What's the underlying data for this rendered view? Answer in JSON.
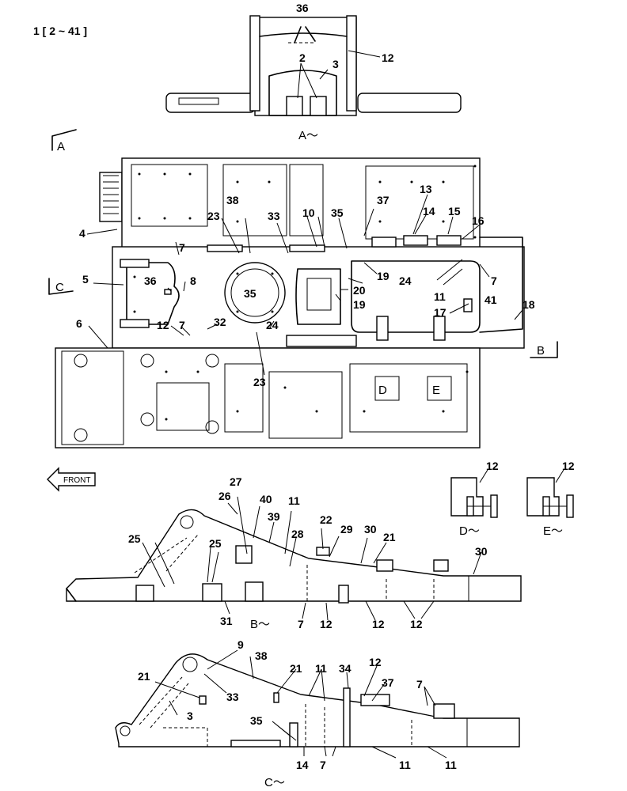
{
  "header": "1 [ 2 ~ 41 ]",
  "views": {
    "a_caption": "A～",
    "b_caption": "B～",
    "c_caption": "C～",
    "d_caption": "D～",
    "e_caption": "E～",
    "arrow_a": "A",
    "arrow_b": "B",
    "arrow_c": "C",
    "inner_d": "D",
    "inner_e": "E"
  },
  "front_label": "FRONT",
  "callouts": {
    "a_36": "36",
    "a_12": "12",
    "a_2": "2",
    "a_3": "3",
    "p_13": "13",
    "p_38": "38",
    "p_23a": "23",
    "p_33": "33",
    "p_10": "10",
    "p_35a": "35",
    "p_37": "37",
    "p_14": "14",
    "p_15": "15",
    "p_16": "16",
    "p_4": "4",
    "p_7a": "7",
    "p_19a": "19",
    "p_24a": "24",
    "p_7b": "7",
    "p_5": "5",
    "p_36": "36",
    "p_8": "8",
    "p_35b": "35",
    "p_20": "20",
    "p_19b": "19",
    "p_11": "11",
    "p_41": "41",
    "p_17": "17",
    "p_18": "18",
    "p_6": "6",
    "p_12": "12",
    "p_7c": "7",
    "p_32": "32",
    "p_24b": "24",
    "p_23b": "23",
    "de_12a": "12",
    "de_12b": "12",
    "b_27": "27",
    "b_26": "26",
    "b_40": "40",
    "b_11": "11",
    "b_39": "39",
    "b_28": "28",
    "b_22": "22",
    "b_29": "29",
    "b_30a": "30",
    "b_21": "21",
    "b_25a": "25",
    "b_25b": "25",
    "b_30b": "30",
    "b_31": "31",
    "b_7": "7",
    "b_12a": "12",
    "b_12b": "12",
    "b_12c": "12",
    "c_9": "9",
    "c_38": "38",
    "c_21a": "21",
    "c_11a": "11",
    "c_34": "34",
    "c_12": "12",
    "c_37": "37",
    "c_21b": "21",
    "c_33": "33",
    "c_7a": "7",
    "c_3": "3",
    "c_35": "35",
    "c_14": "14",
    "c_7b": "7",
    "c_11b": "11",
    "c_11c": "11"
  }
}
